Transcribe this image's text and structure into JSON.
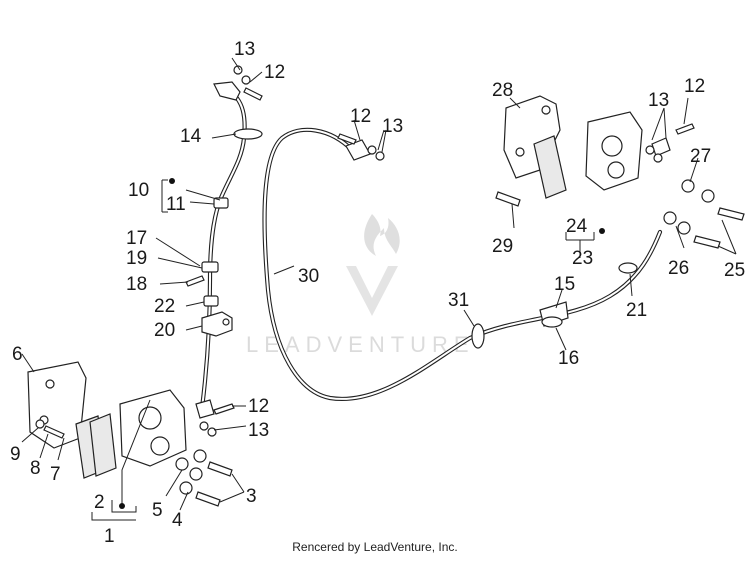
{
  "watermark": {
    "text": "LEADVENTURE"
  },
  "credit": "Rencered by LeadVenture, Inc.",
  "callouts": {
    "c1": "1",
    "c2": "2",
    "c3": "3",
    "c4": "4",
    "c5": "5",
    "c6": "6",
    "c7": "7",
    "c8": "8",
    "c9": "9",
    "c10": "10",
    "c11": "11",
    "c12a": "12",
    "c12b": "12",
    "c12c": "12",
    "c12d": "12",
    "c13a": "13",
    "c13b": "13",
    "c13c": "13",
    "c13d": "13",
    "c14": "14",
    "c15": "15",
    "c16": "16",
    "c17": "17",
    "c18": "18",
    "c19": "19",
    "c20": "20",
    "c21": "21",
    "c22": "22",
    "c23": "23",
    "c24": "24",
    "c25": "25",
    "c26": "26",
    "c27": "27",
    "c28": "28",
    "c29": "29",
    "c30": "30",
    "c31": "31"
  }
}
